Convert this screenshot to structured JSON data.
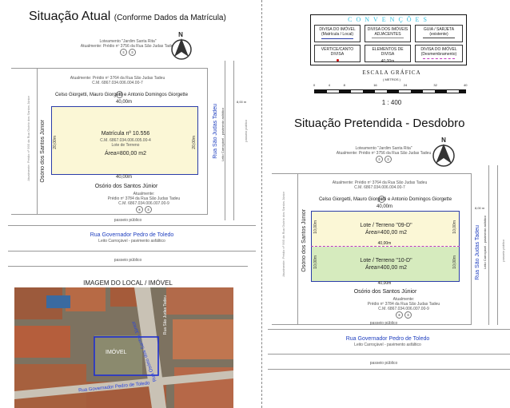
{
  "left": {
    "title": "Situação Atual",
    "title_sub": "(Conforme Dados da Matrícula)",
    "neighbor_top": {
      "line1": "Loteamento \"Jardim Santa Rita\"",
      "line2": "Atualmente: Prédio nº 3756 da Rua São Judas Tadeu",
      "c1": "①",
      "c2": "②"
    },
    "neighbor_mid": {
      "line1": "Atualmente: Prédio nº 3764 da Rua São Judas Tadeu",
      "line2": "C.M. 6867.034.006.004.00-7",
      "c": "③"
    },
    "owners": "Celso Giorgetti, Mauro Giorgetti e Antonio Domingos Giorgette",
    "dim_top": "40,00m",
    "dim_bottom": "40,00m",
    "dim_left": "20,00m",
    "dim_right": "20,00m",
    "lot": {
      "label": "Matrícula nº 10.556",
      "cm": "C.M. 6867.034.006.005.00-4",
      "sub": "Lote de Terreno",
      "area": "Área=800,00 m2"
    },
    "street_left": "Osório dos Santos Júnior",
    "street_bottom_neighbor": "Osório dos Santos Júnior",
    "neighbor_bottom": {
      "line1": "Atualmente:",
      "line2": "Prédio nº 3784 da Rua São Judas Tadeu",
      "line3": "C.M. 6867.034.006.007.00-9",
      "c1": "④",
      "c2": "⑤"
    },
    "street_right": "Rua São Judas Tadeu",
    "street_right_sub": "Leito Carroçável - pavimento asfáltico",
    "dist_right": "8,00 m",
    "passeio": "passeio público",
    "street_bottom": "Rua Governador Pedro de Toledo",
    "street_bottom_sub": "Leito Carroçável - pavimento asfáltico",
    "left_vertical": "Atualmente: Prédio nº 995 da Rua Osório dos Santos Júnior",
    "photo_title": "IMAGEM DO LOCAL / IMÓVEL",
    "photo_label": "IMÓVEL",
    "photo_street1": "Rua Osório dos Santos Júnior",
    "photo_street2": "Rua Governador Pedro de Toledo",
    "photo_street3": "Rua São Judas Tadeu"
  },
  "legend": {
    "title": "CONVENÇÕES",
    "cells": [
      "DIVISA DO IMÓVEL (Matrícula / Local)",
      "DIVISA DOS IMÓVEIS ADJACENTES",
      "GUIA / SARJETA (existente)",
      "VÉRTICE/CANTO DIVISA",
      "ELEMENTOS DE DIVISA",
      "DIVISA DO IMÓVEL (Desmembramento)"
    ],
    "cell5_value": "40,00m",
    "scale_title": "ESCALA GRÁFICA",
    "scale_unit": "( METROS )",
    "scale_ticks": [
      "0",
      "4",
      "8",
      "16",
      "24",
      "32",
      "40"
    ],
    "scale_ratio": "1 : 400"
  },
  "right": {
    "title": "Situação Pretendida - Desdobro",
    "neighbor_top": {
      "line1": "Loteamento \"Jardim Santa Rita\"",
      "line2": "Atualmente: Prédio nº 3756 da Rua São Judas Tadeu",
      "c1": "①",
      "c2": "②"
    },
    "neighbor_mid": {
      "line1": "Atualmente: Prédio nº 3764 da Rua São Judas Tadeu",
      "line2": "C.M. 6867.034.006.004.00-7",
      "c": "③"
    },
    "owners": "Celso Giorgetti, Mauro Giorgetti e Antonio Domingos Giorgette",
    "dim_top": "40,00m",
    "dim_mid": "40,00m",
    "dim_bottom": "40,00m",
    "dim_side": "10,00m",
    "lot_a": {
      "label": "Lote / Terreno \"09-D\"",
      "area": "Área=400,00 m2"
    },
    "lot_b": {
      "label": "Lote / Terreno \"10-D\"",
      "area": "Área=400,00 m2"
    },
    "street_left": "Osório dos Santos Júnior",
    "street_bottom_neighbor": "Osório dos Santos Júnior",
    "neighbor_bottom": {
      "line1": "Atualmente:",
      "line2": "Prédio nº 3784 da Rua São Judas Tadeu",
      "line3": "C.M. 6867.034.006.007.00-9",
      "c1": "④",
      "c2": "⑤"
    },
    "street_right": "Rua São Judas Tadeu",
    "street_right_sub": "Leito Carroçável - pavimento asfáltico",
    "dist_right": "8,00 m",
    "passeio": "passeio público",
    "street_bottom": "Rua Governador Pedro de Toledo",
    "street_bottom_sub": "Leito Carroçável - pavimento asfáltico",
    "left_vertical": "Atualmente: Prédio nº 995 da Rua Osório dos Santos Júnior"
  },
  "colors": {
    "lot_fill": "#fbf7d6",
    "lot_green": "#d6ebbe",
    "lot_border": "#2b3da8",
    "street_blue": "#1f3fbf",
    "legend_title": "#33c0e0"
  }
}
